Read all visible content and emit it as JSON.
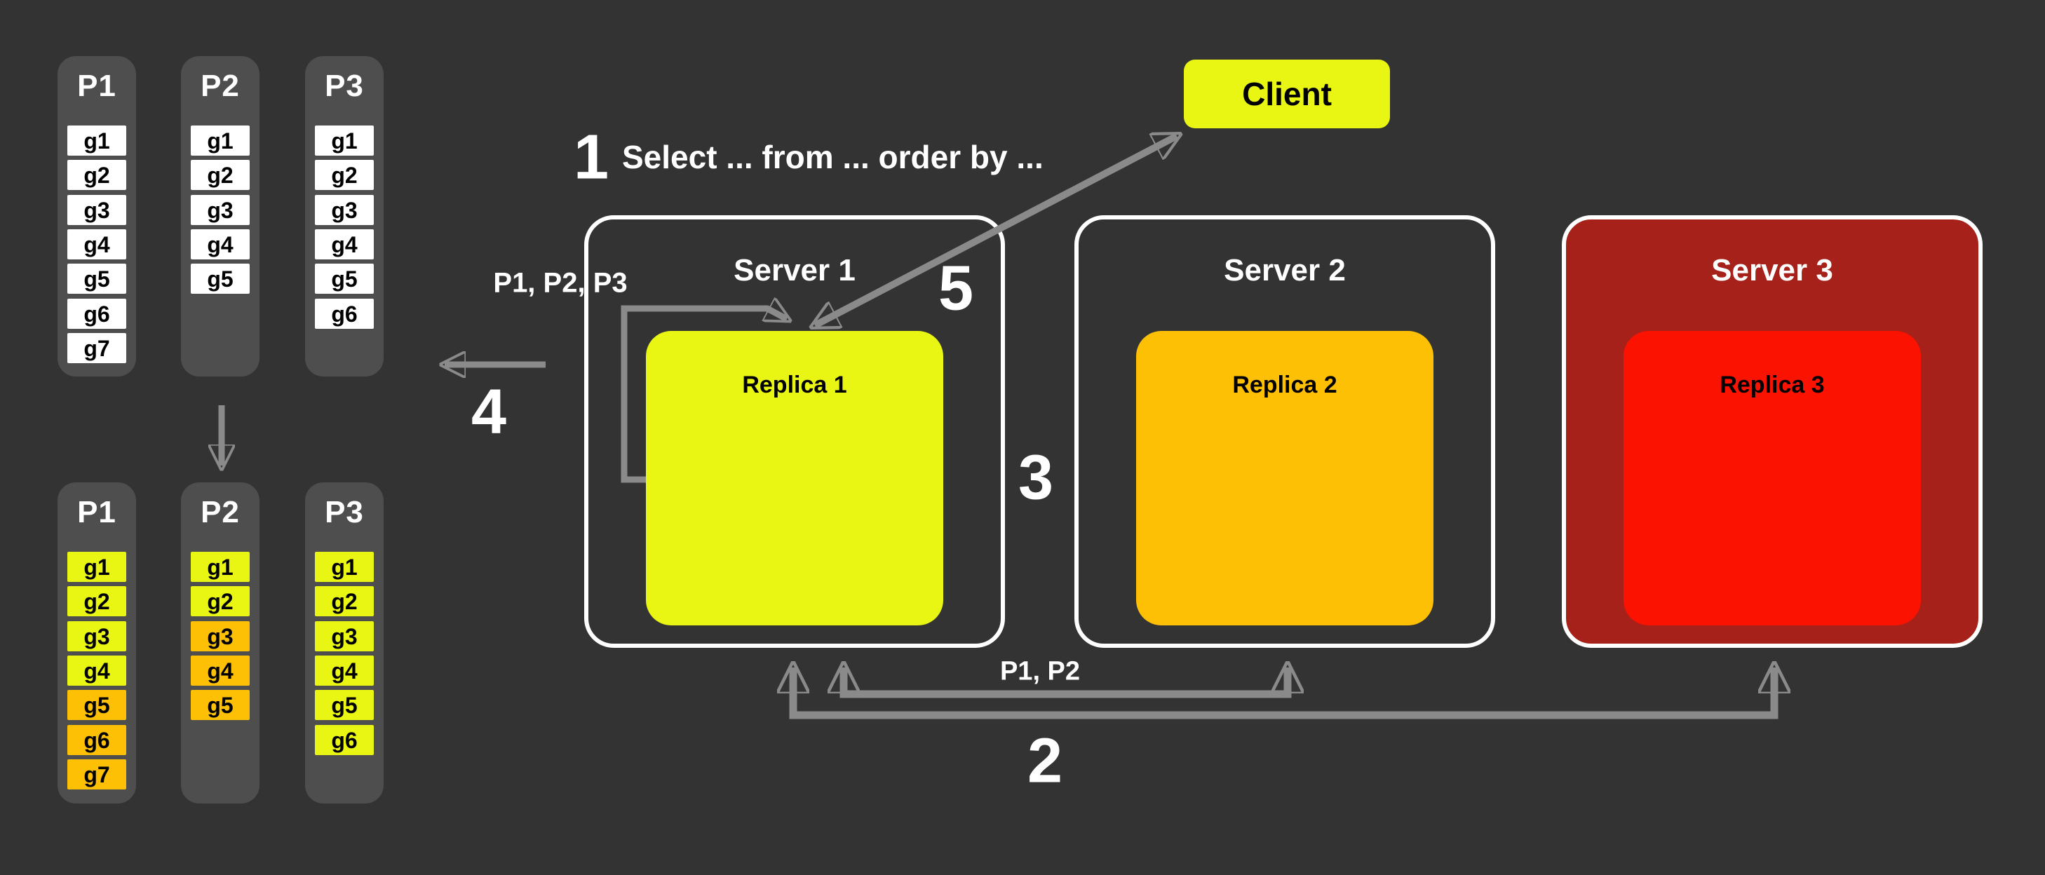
{
  "colors": {
    "background": "#333333",
    "panel_gray": "#4e4e4e",
    "cell_white": "#ffffff",
    "accent_yellow": "#e9f512",
    "accent_orange": "#fdc004",
    "accent_red": "#fb1200",
    "server3_dark_red": "#a62119",
    "arrow_gray": "#8a8a8a",
    "text_white": "#ffffff",
    "text_black": "#000000"
  },
  "client": {
    "label": "Client"
  },
  "steps": {
    "one": {
      "number": "1",
      "query": "Select ... from ... order by ..."
    },
    "two": {
      "number": "2",
      "label": "P1, P2"
    },
    "three": {
      "number": "3"
    },
    "four": {
      "number": "4"
    },
    "five": {
      "number": "5"
    }
  },
  "scatter_label": "P1, P2, P3",
  "servers": [
    {
      "name": "Server 1",
      "replica": {
        "label": "Replica 1",
        "color": "yellow"
      }
    },
    {
      "name": "Server 2",
      "replica": {
        "label": "Replica 2",
        "color": "orange"
      }
    },
    {
      "name": "Server 3",
      "replica": {
        "label": "Replica 3",
        "color": "red"
      }
    }
  ],
  "partitions_unsorted": {
    "columns": [
      {
        "title": "P1",
        "cells": [
          {
            "label": "g1",
            "color": "white"
          },
          {
            "label": "g2",
            "color": "white"
          },
          {
            "label": "g3",
            "color": "white"
          },
          {
            "label": "g4",
            "color": "white"
          },
          {
            "label": "g5",
            "color": "white"
          },
          {
            "label": "g6",
            "color": "white"
          },
          {
            "label": "g7",
            "color": "white"
          }
        ]
      },
      {
        "title": "P2",
        "cells": [
          {
            "label": "g1",
            "color": "white"
          },
          {
            "label": "g2",
            "color": "white"
          },
          {
            "label": "g3",
            "color": "white"
          },
          {
            "label": "g4",
            "color": "white"
          },
          {
            "label": "g5",
            "color": "white"
          }
        ]
      },
      {
        "title": "P3",
        "cells": [
          {
            "label": "g1",
            "color": "white"
          },
          {
            "label": "g2",
            "color": "white"
          },
          {
            "label": "g3",
            "color": "white"
          },
          {
            "label": "g4",
            "color": "white"
          },
          {
            "label": "g5",
            "color": "white"
          },
          {
            "label": "g6",
            "color": "white"
          }
        ]
      }
    ]
  },
  "partitions_sorted": {
    "columns": [
      {
        "title": "P1",
        "cells": [
          {
            "label": "g1",
            "color": "yellow"
          },
          {
            "label": "g2",
            "color": "yellow"
          },
          {
            "label": "g3",
            "color": "yellow"
          },
          {
            "label": "g4",
            "color": "yellow"
          },
          {
            "label": "g5",
            "color": "orange"
          },
          {
            "label": "g6",
            "color": "orange"
          },
          {
            "label": "g7",
            "color": "orange"
          }
        ]
      },
      {
        "title": "P2",
        "cells": [
          {
            "label": "g1",
            "color": "yellow"
          },
          {
            "label": "g2",
            "color": "yellow"
          },
          {
            "label": "g3",
            "color": "orange"
          },
          {
            "label": "g4",
            "color": "orange"
          },
          {
            "label": "g5",
            "color": "orange"
          }
        ]
      },
      {
        "title": "P3",
        "cells": [
          {
            "label": "g1",
            "color": "yellow"
          },
          {
            "label": "g2",
            "color": "yellow"
          },
          {
            "label": "g3",
            "color": "yellow"
          },
          {
            "label": "g4",
            "color": "yellow"
          },
          {
            "label": "g5",
            "color": "yellow"
          },
          {
            "label": "g6",
            "color": "yellow"
          }
        ]
      }
    ]
  }
}
